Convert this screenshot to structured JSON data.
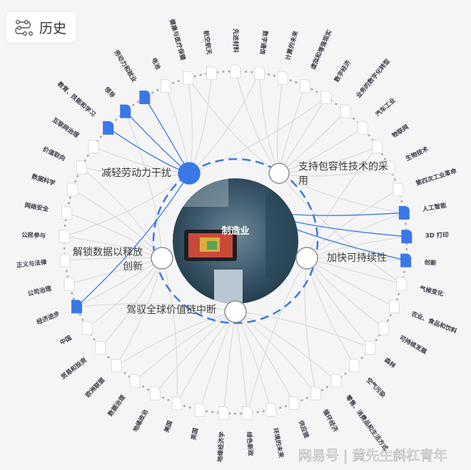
{
  "header": {
    "history_label": "历史",
    "history_icon": "history-flow-icon"
  },
  "center": {
    "title": "制造业"
  },
  "hubs": [
    {
      "id": "labor",
      "lines": [
        "减轻劳动力干扰"
      ],
      "active": true
    },
    {
      "id": "inclusive",
      "lines": [
        "支持包容性技术的采",
        "用"
      ],
      "active": false
    },
    {
      "id": "sustain",
      "lines": [
        "加快可持续性"
      ],
      "active": false
    },
    {
      "id": "value_chain",
      "lines": [
        "驾驭全球价值链中断"
      ],
      "active": false
    },
    {
      "id": "data",
      "lines": [
        "解锁数据以释放",
        "创新"
      ],
      "active": false
    }
  ],
  "outer_nodes": [
    {
      "label": "健康与医疗保健",
      "highlighted": false
    },
    {
      "label": "航空航天",
      "highlighted": false
    },
    {
      "label": "先进材料",
      "highlighted": false
    },
    {
      "label": "数字通信",
      "highlighted": false
    },
    {
      "label": "计算的未来",
      "highlighted": false
    },
    {
      "label": "虚拟和增强现实",
      "highlighted": false
    },
    {
      "label": "数字经济",
      "highlighted": false
    },
    {
      "label": "业务的数字化转型",
      "highlighted": false
    },
    {
      "label": "汽车工业",
      "highlighted": false
    },
    {
      "label": "物联网",
      "highlighted": false
    },
    {
      "label": "生物技术",
      "highlighted": false
    },
    {
      "label": "第四次工业革命",
      "highlighted": false
    },
    {
      "label": "人工智能",
      "highlighted": true
    },
    {
      "label": "3D 打印",
      "highlighted": true
    },
    {
      "label": "创新",
      "highlighted": true
    },
    {
      "label": "气候变化",
      "highlighted": false
    },
    {
      "label": "农业、食品和饮料",
      "highlighted": false
    },
    {
      "label": "可持续发展",
      "highlighted": false
    },
    {
      "label": "森林",
      "highlighted": false
    },
    {
      "label": "空气污染",
      "highlighted": false
    },
    {
      "label": "零售、消费品和生活方式",
      "highlighted": false
    },
    {
      "label": "循环经济",
      "highlighted": false
    },
    {
      "label": "供应链",
      "highlighted": false
    },
    {
      "label": "环境的未来",
      "highlighted": false
    },
    {
      "label": "绿色新政",
      "highlighted": false
    },
    {
      "label": "地缘经济学",
      "highlighted": false
    },
    {
      "label": "英国",
      "highlighted": false
    },
    {
      "label": "美国",
      "highlighted": false
    },
    {
      "label": "地缘政治",
      "highlighted": false
    },
    {
      "label": "数据治理",
      "highlighted": false
    },
    {
      "label": "欧洲联盟",
      "highlighted": false
    },
    {
      "label": "贸易和投资",
      "highlighted": false
    },
    {
      "label": "中国",
      "highlighted": false
    },
    {
      "label": "经济进步",
      "highlighted": true
    },
    {
      "label": "公司治理",
      "highlighted": false
    },
    {
      "label": "正义与法律",
      "highlighted": false
    },
    {
      "label": "公民参与",
      "highlighted": false
    },
    {
      "label": "网络安全",
      "highlighted": false
    },
    {
      "label": "数据科学",
      "highlighted": false
    },
    {
      "label": "价值取向",
      "highlighted": false
    },
    {
      "label": "互联网治理",
      "highlighted": false
    },
    {
      "label": "教育、技能和学习",
      "highlighted": true
    },
    {
      "label": "领导",
      "highlighted": true
    },
    {
      "label": "劳动力和就业",
      "highlighted": true
    },
    {
      "label": "电池",
      "highlighted": false
    }
  ],
  "watermark": "网易号 | 黄先生斜杠青年",
  "colors": {
    "accent": "#3b78e7",
    "line": "#d6d6d8",
    "node_border": "#d9d9d9",
    "background": "#f5f5f6"
  }
}
